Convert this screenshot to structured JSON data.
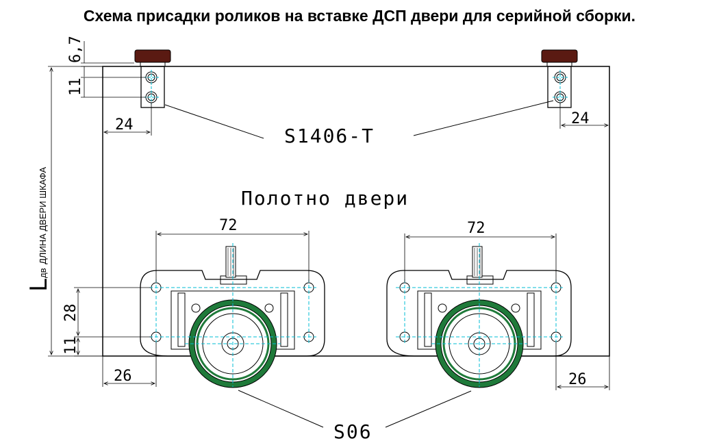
{
  "title": "Схема присадки роликов на вставке ДСП двери для серийной сборки.",
  "labels": {
    "door_panel": "Полотно двери",
    "top_roller": "S1406-T",
    "bottom_roller": "S06",
    "height_dim": "L",
    "height_dim_sub": "дв",
    "height_caption": "ДЛИНА ДВЕРИ ШКАФА"
  },
  "dimensions": {
    "top_offset": "6,7",
    "top_hole_spacing": "11",
    "top_left_inset": "24",
    "top_right_inset": "24",
    "bottom_span_left": "72",
    "bottom_span_right": "72",
    "bottom_hole_height": "28",
    "bottom_hole_spacing": "11",
    "bottom_left_inset": "26",
    "bottom_right_inset": "26"
  },
  "colors": {
    "line": "#000000",
    "centerline": "#00bcd4",
    "wheel": "#1f7a3a",
    "cap": "#5a1a12"
  }
}
